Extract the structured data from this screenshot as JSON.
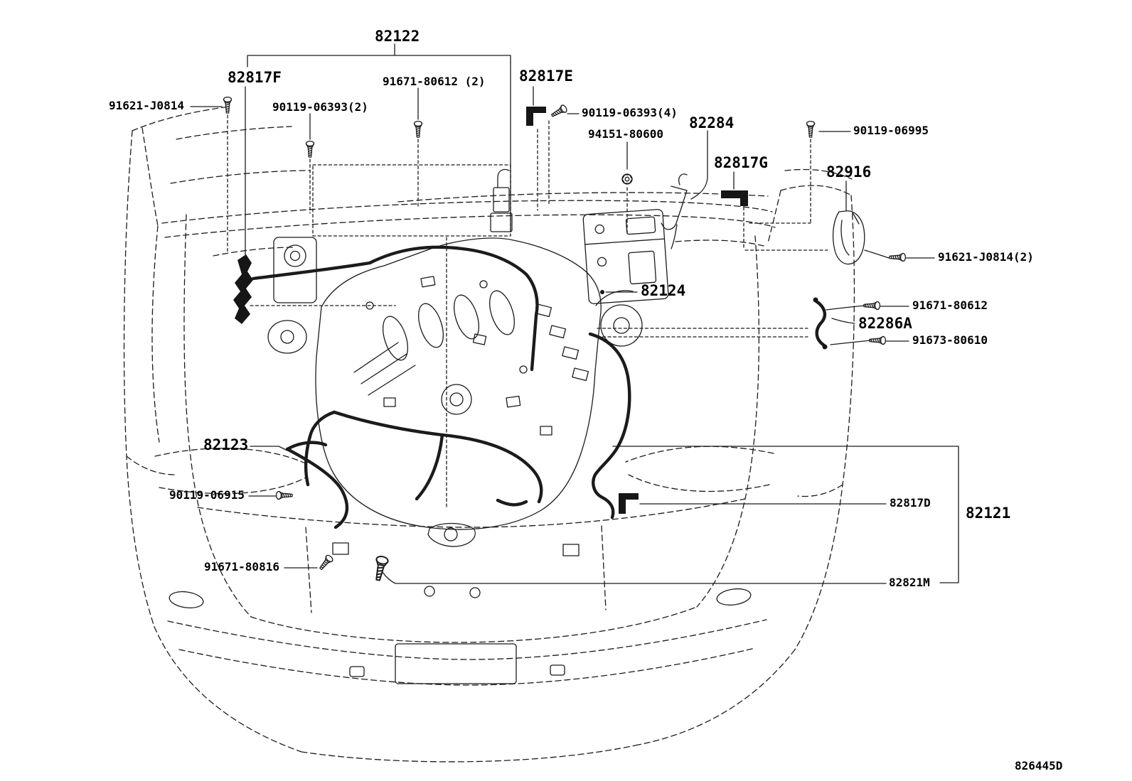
{
  "figure": {
    "kind": "parts-diagram",
    "diagram_code": "826445D"
  },
  "colors": {
    "ink": "#1b1b1b",
    "background": "#ffffff"
  },
  "icons": {
    "screw": "machine-screw",
    "nut": "flange-nut",
    "bolt": "stud-bolt"
  },
  "labels": [
    {
      "text": "82122"
    },
    {
      "text": "82817F"
    },
    {
      "text": "91671-80612 (2)"
    },
    {
      "text": "82817E"
    },
    {
      "text": "91621-J0814"
    },
    {
      "text": "90119-06393(2)"
    },
    {
      "text": "90119-06393(4)"
    },
    {
      "text": "82284"
    },
    {
      "text": "94151-80600"
    },
    {
      "text": "82817G"
    },
    {
      "text": "90119-06995"
    },
    {
      "text": "82916"
    },
    {
      "text": "91621-J0814(2)"
    },
    {
      "text": "82124"
    },
    {
      "text": "91671-80612"
    },
    {
      "text": "82286A"
    },
    {
      "text": "91673-80610"
    },
    {
      "text": "82123"
    },
    {
      "text": "90119-06915"
    },
    {
      "text": "82817D"
    },
    {
      "text": "82121"
    },
    {
      "text": "91671-80816"
    },
    {
      "text": "82821M"
    },
    {
      "text": "826445D"
    }
  ]
}
